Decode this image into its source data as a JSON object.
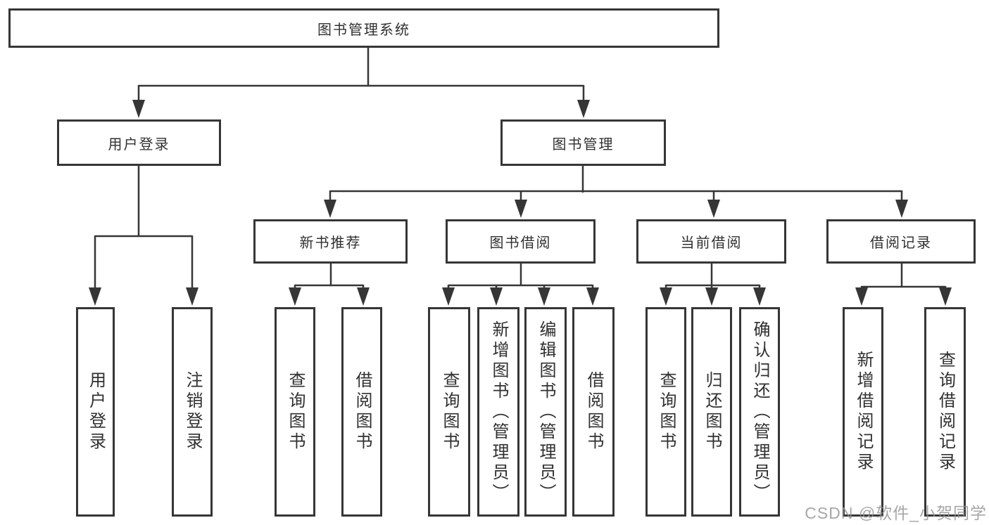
{
  "diagram": {
    "root": {
      "label": "图书管理系统"
    },
    "level1": [
      {
        "label": "用户登录"
      },
      {
        "label": "图书管理"
      }
    ],
    "level2": [
      {
        "label": "新书推荐"
      },
      {
        "label": "图书借阅"
      },
      {
        "label": "当前借阅"
      },
      {
        "label": "借阅记录"
      }
    ],
    "leaves": {
      "user_login": [
        "用户登录",
        "注销登录"
      ],
      "new_books": [
        "查询图书",
        "借阅图书"
      ],
      "book_borrow": [
        "查询图书",
        "新增图书（管理员）",
        "编辑图书（管理员）",
        "借阅图书"
      ],
      "current_borrow": [
        "查询图书",
        "归还图书",
        "确认归还（管理员）"
      ],
      "borrow_records": [
        "新增借阅记录",
        "查询借阅记录"
      ]
    }
  },
  "watermark": {
    "text": "CSDN @软件_小贺同学"
  },
  "colors": {
    "line": "#363636",
    "text": "#303030",
    "watermark": "#919191",
    "background": "#ffffff"
  }
}
